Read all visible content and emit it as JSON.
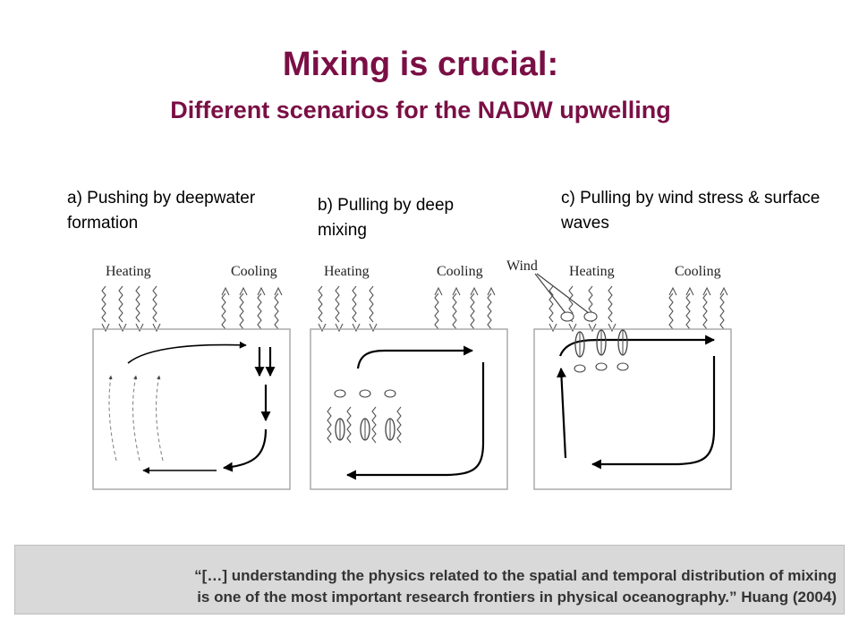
{
  "slide": {
    "title": "Mixing is crucial:",
    "subtitle": "Different scenarios for the NADW upwelling"
  },
  "panels": [
    {
      "label": "a) Pushing by deepwater formation",
      "heating": "Heating",
      "cooling": "Cooling"
    },
    {
      "label": "b) Pulling by deep mixing",
      "heating": "Heating",
      "cooling": "Cooling"
    },
    {
      "label": "c) Pulling by wind stress & surface waves",
      "heating": "Heating",
      "cooling": "Cooling",
      "wind": "Wind"
    }
  ],
  "quote": {
    "line1": "“[…] understanding the physics related to the spatial and temporal distribution of mixing",
    "line2": "is one of the most important research frontiers in physical oceanography.” Huang (2004)"
  },
  "colors": {
    "title": "#7a0f45",
    "quote_background": "#d9d9d9"
  }
}
